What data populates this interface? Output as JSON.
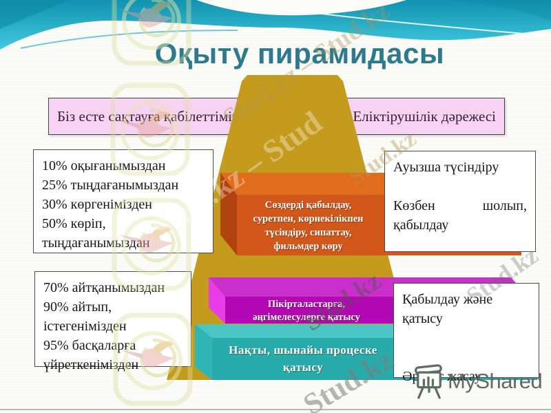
{
  "title": "Оқыту пирамидасы",
  "band": {
    "left": "Біз есте сақтауға қабілеттіміз",
    "right": "Еліктірушілік дәрежесі"
  },
  "boxes": {
    "left1": [
      "10% оқығанымыздан",
      "25% тыңдағанымыздан",
      "30% көргенімізден",
      "50% көріп,",
      "тыңдағанымыздан"
    ],
    "right1": {
      "line1": "Ауызша түсіндіру",
      "line2a": "Көзбен",
      "line2b": "шолып,",
      "line3": "қабылдау"
    },
    "left2": [
      "70% айтқанымыздан",
      "90% айтып,",
      "істегенімізден",
      "95% басқаларға",
      "үйреткенімізден"
    ],
    "right2": {
      "line1": "Қабылдау және қатысу",
      "line2": "Әрекет жасау"
    }
  },
  "pyramid": {
    "level1": [
      "Сөздерді қабылдау,",
      "суретпен, көрнекілікпен",
      "түсіндіру, сипаттау,",
      "фильмдер көру"
    ],
    "level2": [
      "Пікірталастарға,",
      "әңгімелесулерге қатысу"
    ],
    "level3": [
      "Нақты, шынайы процеске",
      "қатысу"
    ]
  },
  "watermarks": {
    "pair": "Stud.kz – Stud.kz",
    "pair_short": "Stud.kz – Stud",
    "single": "Stud.kz"
  },
  "logo": {
    "text": "MyShared"
  },
  "colors": {
    "header_teal_dark": "#0d86a2",
    "header_teal": "#1192af",
    "header_teal_light": "#41cadf",
    "title_text": "#2d7a8e",
    "band_pink_bg": "#f8d2f3",
    "band_border": "#3f3f3f",
    "pyramid_gold": "#c49b1d",
    "orange_front": "#d2571a",
    "orange_top": "#e06d1d",
    "orange_side": "#b1440e",
    "magenta_front": "#b307b3",
    "magenta_top": "#cb2fcb",
    "magenta_side": "#e93ce9",
    "teal_front": "#27abab",
    "teal_top": "#4cc5c5",
    "teal_side": "#2fb5b5",
    "box_border": "#4a4a4a",
    "box_text": "#171717",
    "slab_text": "#ffffff",
    "logo_gray": "#5d6d62",
    "watermark_tan": "#ad9550",
    "watermark_gray": "#7d7d7d"
  }
}
